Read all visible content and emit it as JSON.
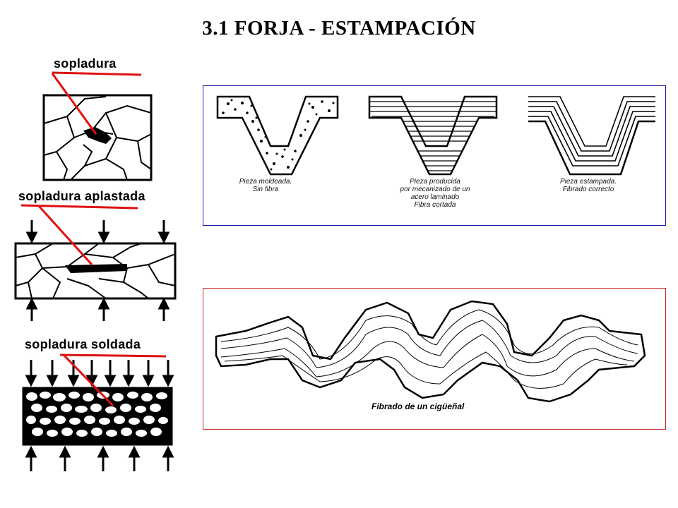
{
  "title": "3.1  FORJA - ESTAMPACIÓN",
  "left_labels": {
    "blowhole": "sopladura",
    "flattened": "sopladura aplastada",
    "welded": "sopladura soldada"
  },
  "fibre_panel": {
    "caption_cast_1": "Pieza moldeada.",
    "caption_cast_2": "Sin fibra",
    "caption_machined_1": "Pieza producida",
    "caption_machined_2": "por mecanizado de un",
    "caption_machined_3": "acero laminado",
    "caption_machined_4": "Fibra cortada",
    "caption_forged_1": "Pieza estampada.",
    "caption_forged_2": "Fibrado correcto",
    "border_color": "#1a1aa6"
  },
  "crankshaft_panel": {
    "caption": "Fibrado de un cigüeñal",
    "border_color": "#cc2222"
  },
  "colors": {
    "pointer": "#e01010"
  }
}
